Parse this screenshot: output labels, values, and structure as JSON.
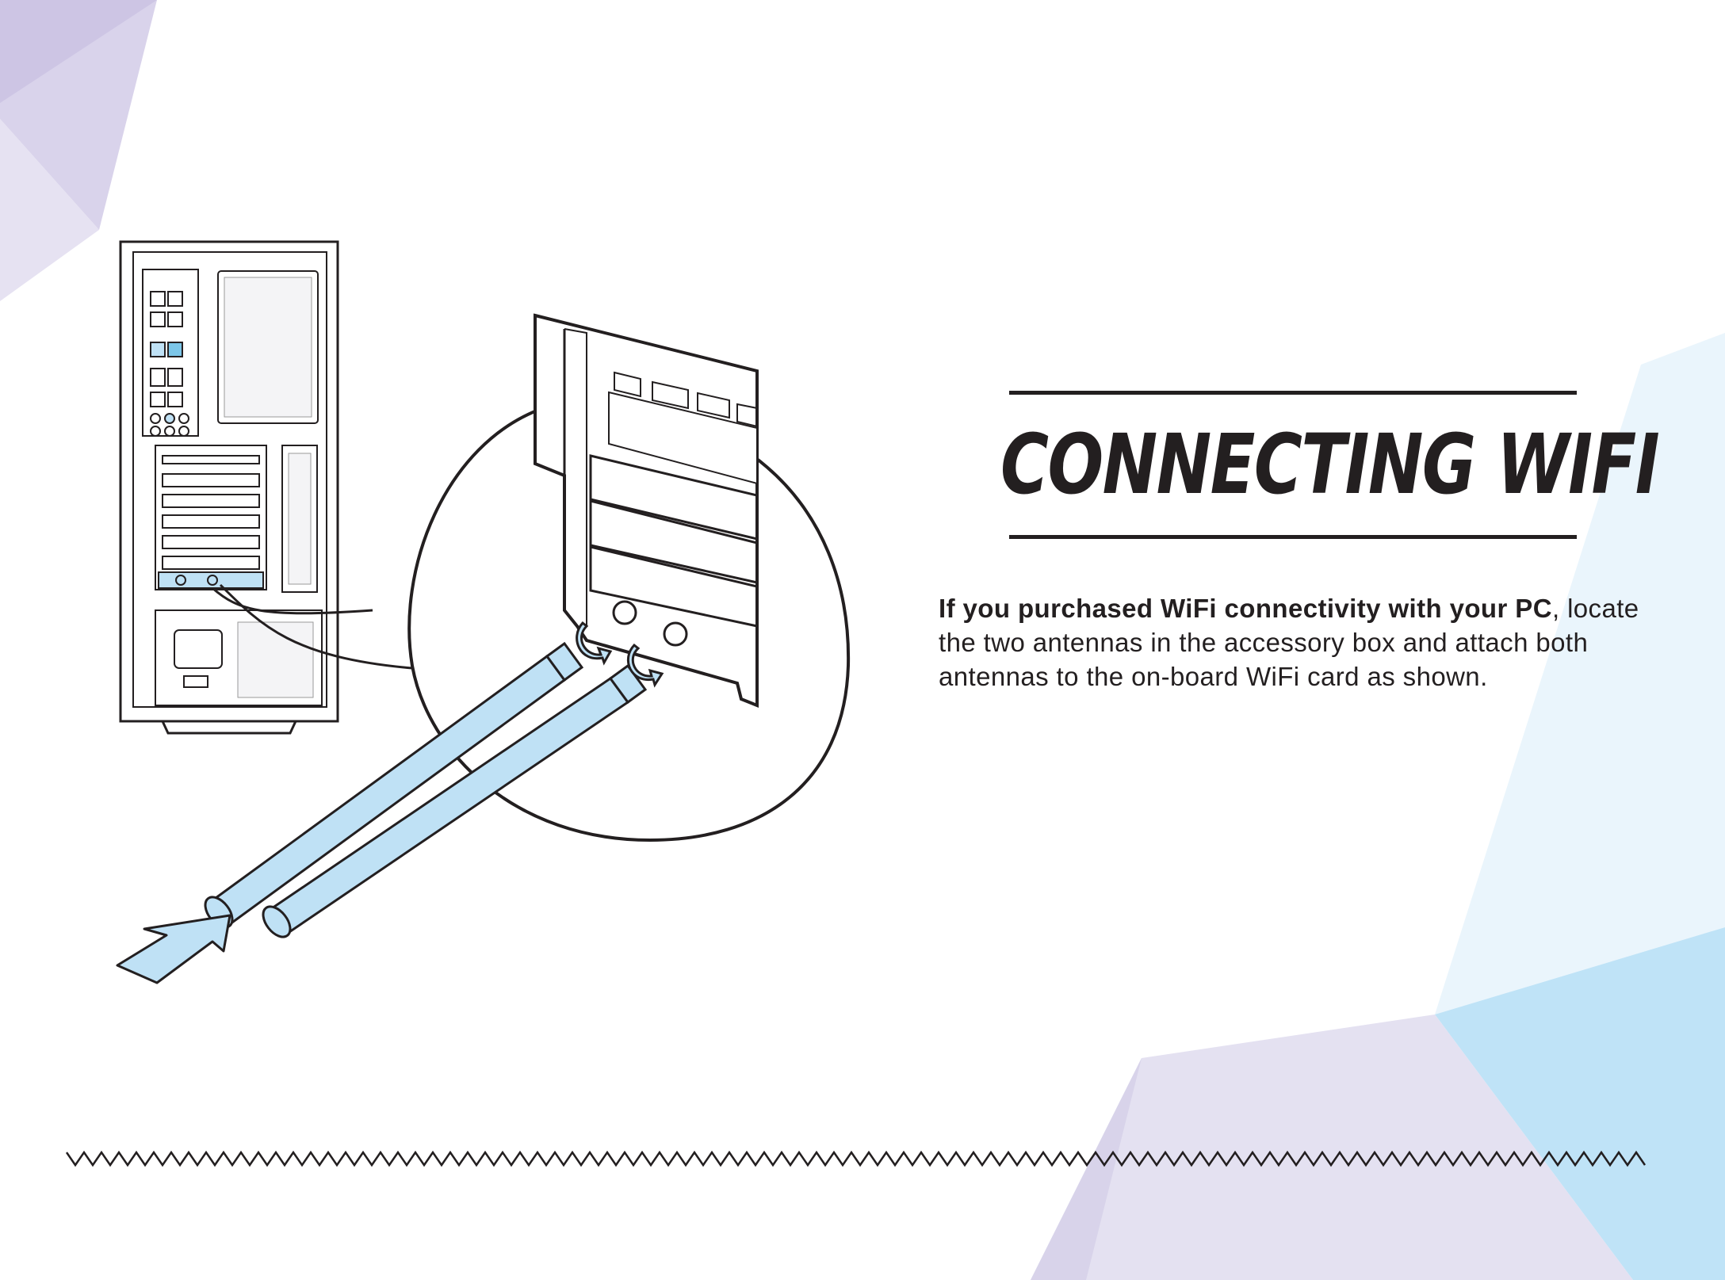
{
  "page": {
    "title": "CONNECTING WIFI",
    "instructions": {
      "bold_part": "If you purchased WiFi connectivity with your PC",
      "rest": ", locate the two antennas in the accessory box and attach both antennas to the on-board WiFi card as shown."
    }
  },
  "colors": {
    "text": "#231f20",
    "antenna_fill": "#bfe1f5",
    "bg_purple": "#d8d2ea",
    "bg_blue": "#bfe3f7"
  },
  "icons": {
    "direction_arrow": "arrow-icon"
  }
}
